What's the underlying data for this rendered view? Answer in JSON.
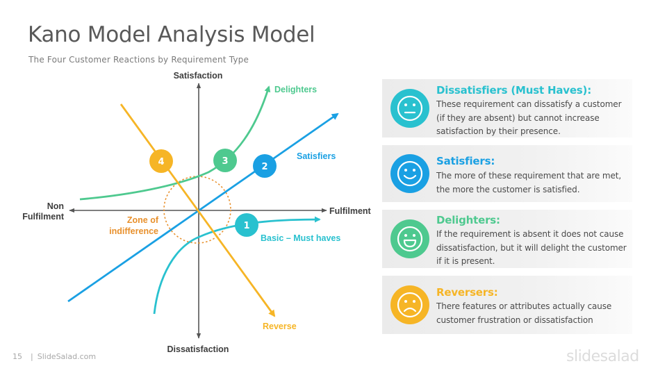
{
  "slide": {
    "title": "Kano Model Analysis Model",
    "subtitle": "The Four Customer Reactions by Requirement Type"
  },
  "diagram": {
    "axis_top": "Satisfaction",
    "axis_bottom": "Dissatisfaction",
    "axis_left": [
      "Non",
      "Fulfilment"
    ],
    "axis_right": "Fulfilment",
    "zone": [
      "Zone of",
      "indifference"
    ],
    "curves": {
      "delighters": "Delighters",
      "satisfiers": "Satisfiers",
      "basic": "Basic – Must haves",
      "reverse": "Reverse"
    },
    "badges": [
      "1",
      "2",
      "3",
      "4"
    ]
  },
  "colors": {
    "teal": "#29c1cf",
    "blue": "#1aa0e3",
    "green": "#4ec98f",
    "yellow": "#f6b526",
    "orange": "#e8902c",
    "axis": "#555555"
  },
  "cards": [
    {
      "title": "Dissatisfiers (Must Haves):",
      "body": [
        "These requirement  can dissatisfy a customer",
        "(if they are absent) but cannot increase",
        "satisfaction by their presence."
      ],
      "icon": "neutral-face-icon",
      "color": "#29c1cf"
    },
    {
      "title": "Satisfiers:",
      "body": [
        "The more of these requirement  that are met,",
        "the more the customer is satisfied."
      ],
      "icon": "smile-face-icon",
      "color": "#1aa0e3"
    },
    {
      "title": "Delighters:",
      "body": [
        "If the requirement  is absent it does not cause",
        "dissatisfaction,  but it will delight the customer",
        "if it is present."
      ],
      "icon": "grin-face-icon",
      "color": "#4ec98f"
    },
    {
      "title": "Reversers:",
      "body": [
        "There features or attributes actually cause",
        "customer frustration  or dissatisfaction"
      ],
      "icon": "sad-face-icon",
      "color": "#f6b526"
    }
  ],
  "footer": {
    "page_number": "15",
    "site": "SlideSalad.com",
    "brand": "slidesalad"
  }
}
